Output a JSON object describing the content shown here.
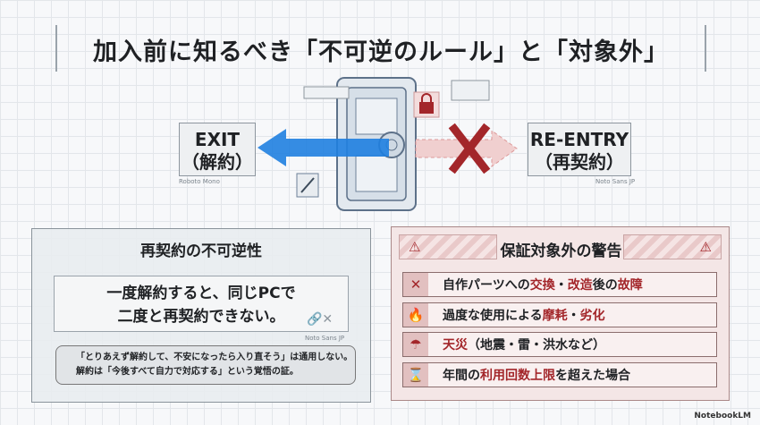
{
  "title": "加入前に知るべき「不可逆のルール」と「対象外」",
  "diagram": {
    "exit_label": "EXIT",
    "exit_sub": "（解約）",
    "exit_caption": "Roboto Mono",
    "reentry_label": "RE-ENTRY",
    "reentry_sub": "（再契約）",
    "reentry_caption": "Noto Sans JP"
  },
  "left_panel": {
    "heading": "再契約の不可逆性",
    "main_line1": "一度解約すると、同じPCで",
    "main_line2": "二度と再契約できない。",
    "caption": "Noto Sans JP",
    "note_line1": "「とりあえず解約して、不安になったら入り直そう」は通用しない。",
    "note_line2": "解約は「今後すべて自力で対応する」という覚悟の証。"
  },
  "right_panel": {
    "heading": "保証対象外の警告",
    "rows": [
      {
        "icon": "tools-icon",
        "segments": [
          {
            "t": "自作パーツへの",
            "h": false
          },
          {
            "t": "交換",
            "h": true
          },
          {
            "t": "・",
            "h": false
          },
          {
            "t": "改造",
            "h": true
          },
          {
            "t": "後の",
            "h": false
          },
          {
            "t": "故障",
            "h": true
          }
        ]
      },
      {
        "icon": "fire-icon",
        "segments": [
          {
            "t": "過度な使用による",
            "h": false
          },
          {
            "t": "摩耗",
            "h": true
          },
          {
            "t": "・",
            "h": false
          },
          {
            "t": "劣化",
            "h": true
          }
        ]
      },
      {
        "icon": "storm-icon",
        "segments": [
          {
            "t": "天災",
            "h": true
          },
          {
            "t": "（地震・雷・洪水など）",
            "h": false
          }
        ]
      },
      {
        "icon": "limit-icon",
        "segments": [
          {
            "t": "年間の",
            "h": false
          },
          {
            "t": "利用回数上限",
            "h": true
          },
          {
            "t": "を超えた場合",
            "h": false
          }
        ]
      }
    ]
  },
  "watermark": "NotebookLM",
  "colors": {
    "accent_blue": "#1f7fe0",
    "warning_red": "#a3262a"
  }
}
